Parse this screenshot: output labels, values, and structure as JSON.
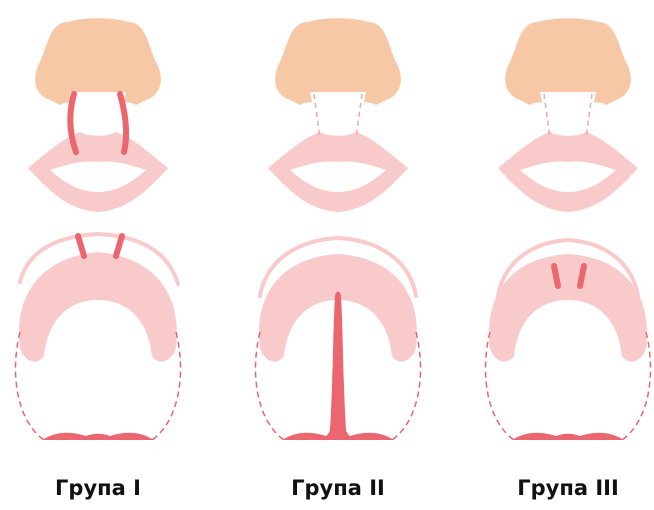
{
  "colors": {
    "nose": "#f6c8a6",
    "lip": "#f9caca",
    "cleft": "#ec6670",
    "dashed": "#f5a3a6"
  },
  "groups": [
    {
      "label": "Група I"
    },
    {
      "label": "Група II"
    },
    {
      "label": "Група III"
    }
  ]
}
